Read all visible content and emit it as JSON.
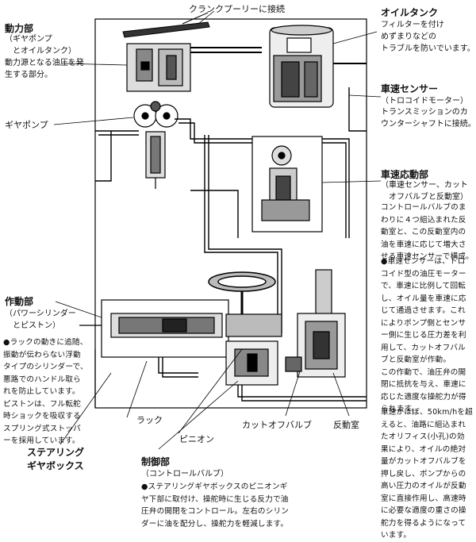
{
  "labels": {
    "crank_pulley": "クランクプーリーに接続",
    "oil_tank_title": "オイルタンク",
    "oil_tank_desc": "フィルターを付け\nめずまりなどの\nトラブルを防いでいます。",
    "power_unit_title": "動力部",
    "power_unit_sub": "（ギヤポンプ\n　とオイルタンク）",
    "power_unit_desc": "動力源となる油圧を発\n生する部分。",
    "gear_pump": "ギヤポンプ",
    "speed_sensor_title": "車速センサー",
    "speed_sensor_sub": "（トロコイドモーター）",
    "speed_sensor_desc": "トランスミッションのカ\nウンターシャフトに接続。",
    "speed_response_title": "車速応動部",
    "speed_response_sub": "（車速センサー、カット\n　オフバルブと反動室）",
    "speed_response_desc": "コントロールバルブのま\nわりに４つ組込まれた反\n動室と、この反動室内の\n油を車速に応じて増大さ\nせる車速センサーで構成。",
    "speed_response_bullet": "●車速センサーは、トロ\nコイド型の油圧モーター\nで、車速に比例して回転\nし、オイル量を車速に応\nじて通過させます。これ\nによりポンプ側とセンサ\nー側に生じる圧力差を利\n用して、カットオフバル\nブと反動室が作動。\nこの作動で、油圧弁の開\n閉に抵抗を与え、車速に\n応じた適度な操舵力が得\nられます。",
    "speed_response_note": "車速がほぼ、50km/hを超\nえると、油路に組込まれ\nたオリフィス(小孔)の効\n果により、オイルの絶対\n量がカットオフバルブを\n押し戻し、ポンプからの\n高い圧力のオイルが反動\n室に直接作用し、高速時\nに必要な適度の重さの操\n舵力を得るようになって\nいます。",
    "actuator_title": "作動部",
    "actuator_sub": "（パワーシリンダー\n　とピストン）",
    "actuator_bullet": "●ラックの動きに追随、\n振動が伝わらない浮動\nタイプのシリンダーで、\n悪路でのハンドル取ら\nれを防止しています。\nピストンは、フル転舵\n時ショックを吸収する\nスプリング式ストッパ\nーを採用しています。",
    "steering_gearbox": "ステアリング\nギヤボックス",
    "rack": "ラック",
    "pinion": "ピニオン",
    "cutoff_valve": "カットオフバルブ",
    "reaction_chamber": "反動室",
    "control_title": "制御部",
    "control_sub": "（コントロールバルブ）",
    "control_bullet": "●ステアリングギヤボックスのピニオンギ\nヤ下部に取付け、操舵時に生じる反力で油\n圧弁の開閉をコントロール。左右のシリン\nダーに油を配分し、操舵力を軽減します。"
  }
}
